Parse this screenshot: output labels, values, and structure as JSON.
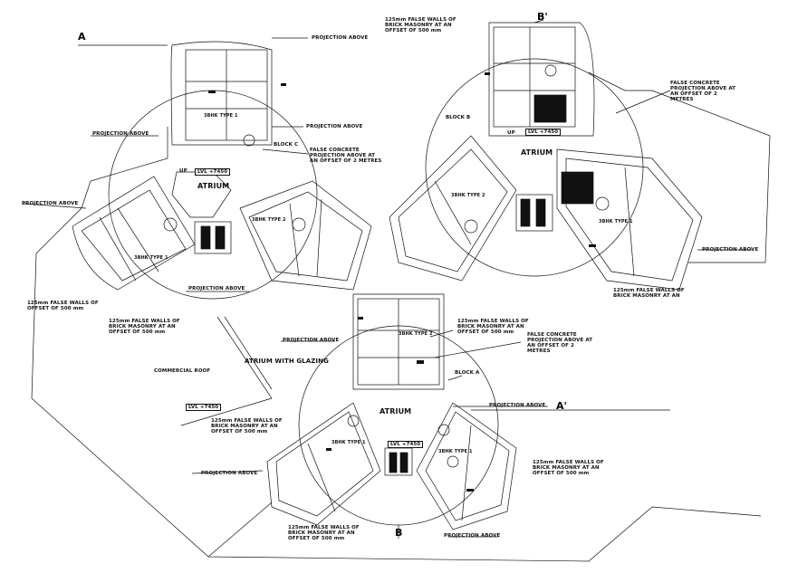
{
  "section_markers": {
    "a": "A",
    "a_prime": "A'",
    "b": "B",
    "b_prime": "B'"
  },
  "blocks": {
    "a": "BLOCK A",
    "b": "BLOCK B",
    "c": "BLOCK C"
  },
  "atrium": "ATRIUM",
  "atrium_glazing": "ATRIUM  WITH GLAZING",
  "commercial_roof": "COMMERCIAL ROOF",
  "level": "LVL +7450",
  "projection_above": "PROJECTION ABOVE",
  "false_concrete": "FALSE CONCRETE PROJECTION ABOVE AT AN OFFSET OF 2 METRES",
  "false_walls": "125mm FALSE WALLS OF BRICK MASONRY AT AN OFFSET OF 500 mm",
  "false_walls_cut": "125mm FALSE WALLS OF BRICK MASONRY AT AN",
  "false_walls_offset_only": "125mm FALSE WALLS OF OFFSET OF 500 mm",
  "false_walls_short": "125mm FALSE WALLS OF BRICK MASONRY AT AN OFFSET OF 500 mm",
  "rooms": {
    "type1": "3BHK TYPE 1",
    "type2": "3BHK TYPE 2",
    "t1": "3BHK TYPE 1",
    "t2": "3BHK TYPE 2"
  },
  "up": "UP"
}
